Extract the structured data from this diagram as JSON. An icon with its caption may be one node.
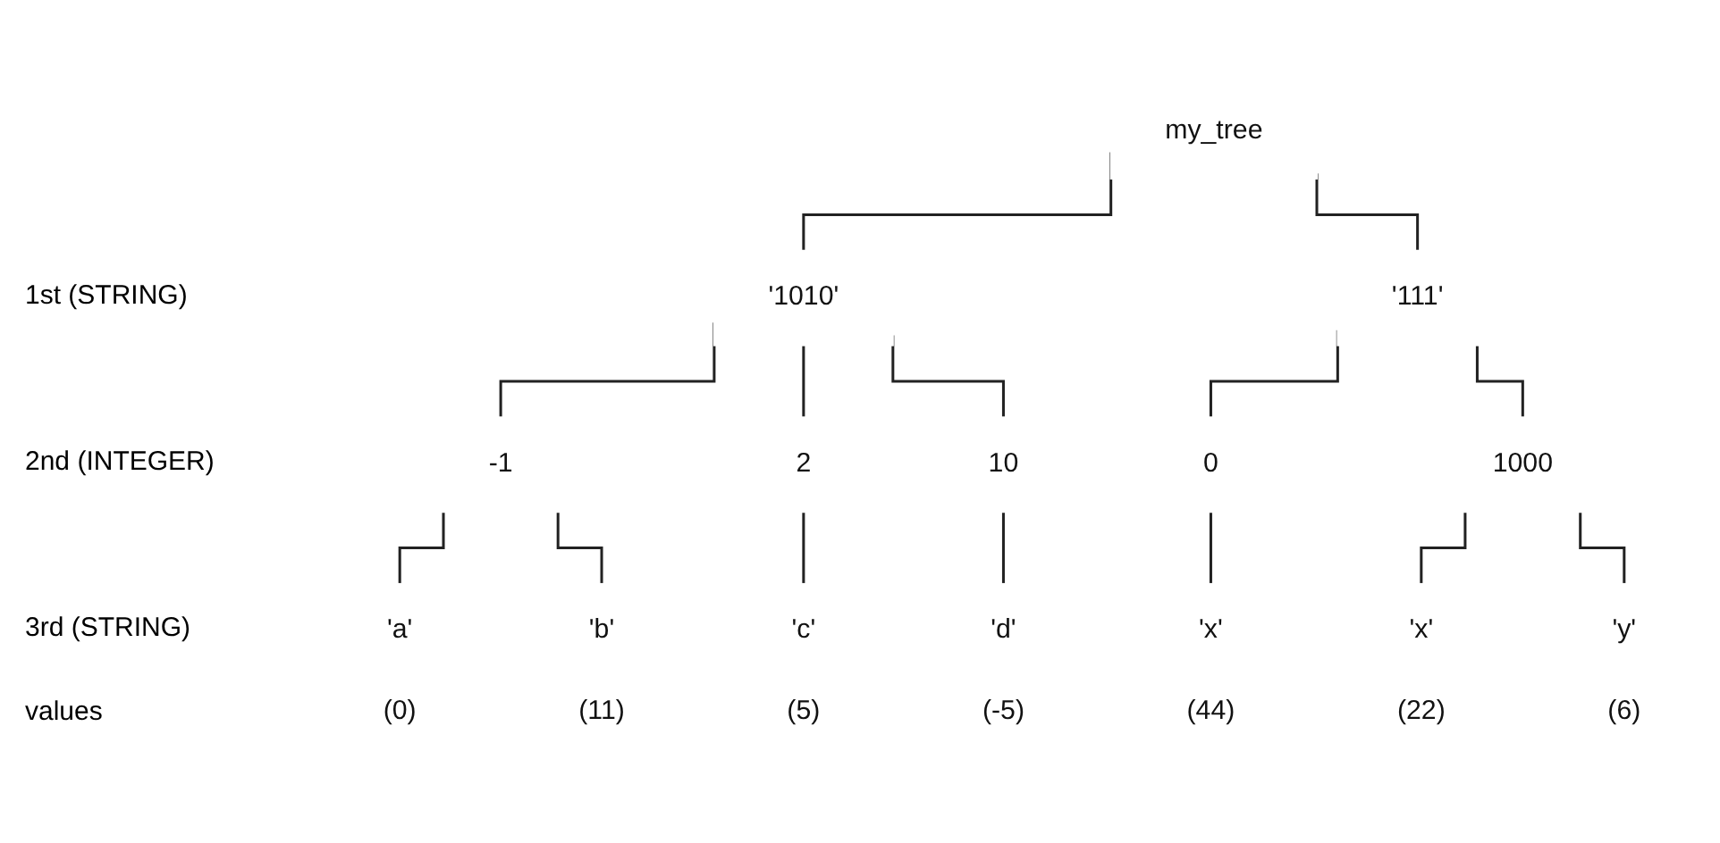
{
  "diagram": {
    "nodes": [
      {
        "text": [
          "my_tree"
        ]
      },
      {
        "text": [
          "'1010'"
        ]
      },
      {
        "text": [
          "'111'"
        ]
      },
      {
        "text": [
          "-1"
        ]
      },
      {
        "text": [
          "2"
        ]
      },
      {
        "text": [
          "10"
        ]
      },
      {
        "text": [
          "0"
        ]
      },
      {
        "text": [
          "1000"
        ]
      },
      {
        "text": [
          "'a'",
          "(0)"
        ]
      },
      {
        "text": [
          "'b'",
          "(11)"
        ]
      },
      {
        "text": [
          "'c'",
          "(5)"
        ]
      },
      {
        "text": [
          "'d'",
          "(-5)"
        ]
      },
      {
        "text": [
          "'x'",
          "(44)"
        ]
      },
      {
        "text": [
          "'x'",
          "(22)"
        ]
      },
      {
        "text": [
          "'y'",
          "(6)"
        ]
      }
    ],
    "edges": [
      {
        "from": 0,
        "to": 1,
        "arrow": "none"
      },
      {
        "from": 0,
        "to": 2,
        "arrow": "none"
      },
      {
        "from": 1,
        "to": 3,
        "arrow": "none"
      },
      {
        "from": 1,
        "to": 4,
        "arrow": "none"
      },
      {
        "from": 1,
        "to": 5,
        "arrow": "none"
      },
      {
        "from": 2,
        "to": 6,
        "arrow": "none"
      },
      {
        "from": 2,
        "to": 7,
        "arrow": "none"
      },
      {
        "from": 3,
        "to": 8,
        "arrow": "none"
      },
      {
        "from": 3,
        "to": 9,
        "arrow": "none"
      },
      {
        "from": 4,
        "to": 10,
        "arrow": "none"
      },
      {
        "from": 5,
        "to": 11,
        "arrow": "none"
      },
      {
        "from": 6,
        "to": 12,
        "arrow": "none"
      },
      {
        "from": 7,
        "to": 13,
        "arrow": "none"
      },
      {
        "from": 7,
        "to": 14,
        "arrow": "none"
      }
    ],
    "labels": [
      "1st (STRING)",
      "2nd (INTEGER)",
      "3rd (STRING)",
      "values"
    ]
  }
}
